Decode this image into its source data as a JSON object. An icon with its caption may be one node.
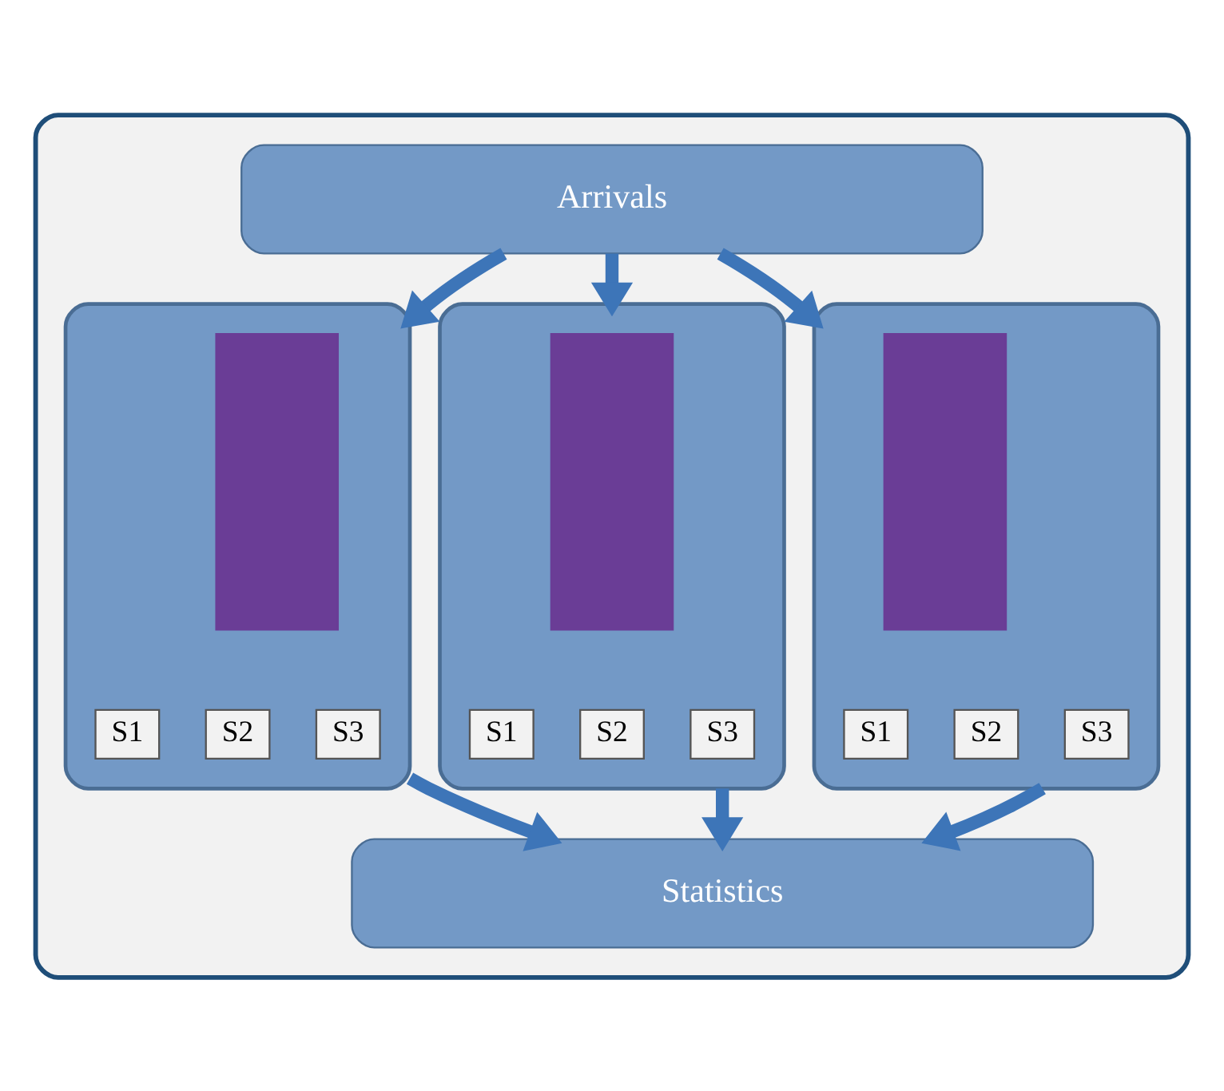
{
  "diagram": {
    "nodes": [
      {
        "text": [],
        "shape": "box"
      },
      {
        "text": [
          "Arrivals"
        ],
        "in": 0
      },
      {
        "text": [],
        "shape": "box",
        "in": 0
      },
      {
        "text": [],
        "shape": "box",
        "in": 2
      },
      {
        "text": [
          "S1"
        ],
        "in": 2
      },
      {
        "text": [
          "S2"
        ],
        "in": 2
      },
      {
        "text": [
          "S3"
        ],
        "in": 2
      },
      {
        "text": [],
        "shape": "box",
        "in": 0
      },
      {
        "text": [],
        "shape": "box",
        "in": 7
      },
      {
        "text": [
          "S1"
        ],
        "in": 7
      },
      {
        "text": [
          "S2"
        ],
        "in": 7
      },
      {
        "text": [
          "S3"
        ],
        "in": 7
      },
      {
        "text": [],
        "shape": "box",
        "in": 0
      },
      {
        "text": [],
        "shape": "box",
        "in": 12
      },
      {
        "text": [
          "S1"
        ],
        "in": 12
      },
      {
        "text": [
          "S2"
        ],
        "in": 12
      },
      {
        "text": [
          "S3"
        ],
        "in": 12
      },
      {
        "text": [
          "Statistics"
        ],
        "in": 0
      }
    ],
    "edges": [
      {
        "from": 1,
        "to": 2,
        "arrow": "to"
      },
      {
        "from": 1,
        "to": 7,
        "arrow": "to"
      },
      {
        "from": 1,
        "to": 12,
        "arrow": "to"
      },
      {
        "from": 2,
        "to": 17,
        "arrow": "to"
      },
      {
        "from": 7,
        "to": 17,
        "arrow": "to"
      },
      {
        "from": 12,
        "to": 17,
        "arrow": "to"
      }
    ]
  }
}
